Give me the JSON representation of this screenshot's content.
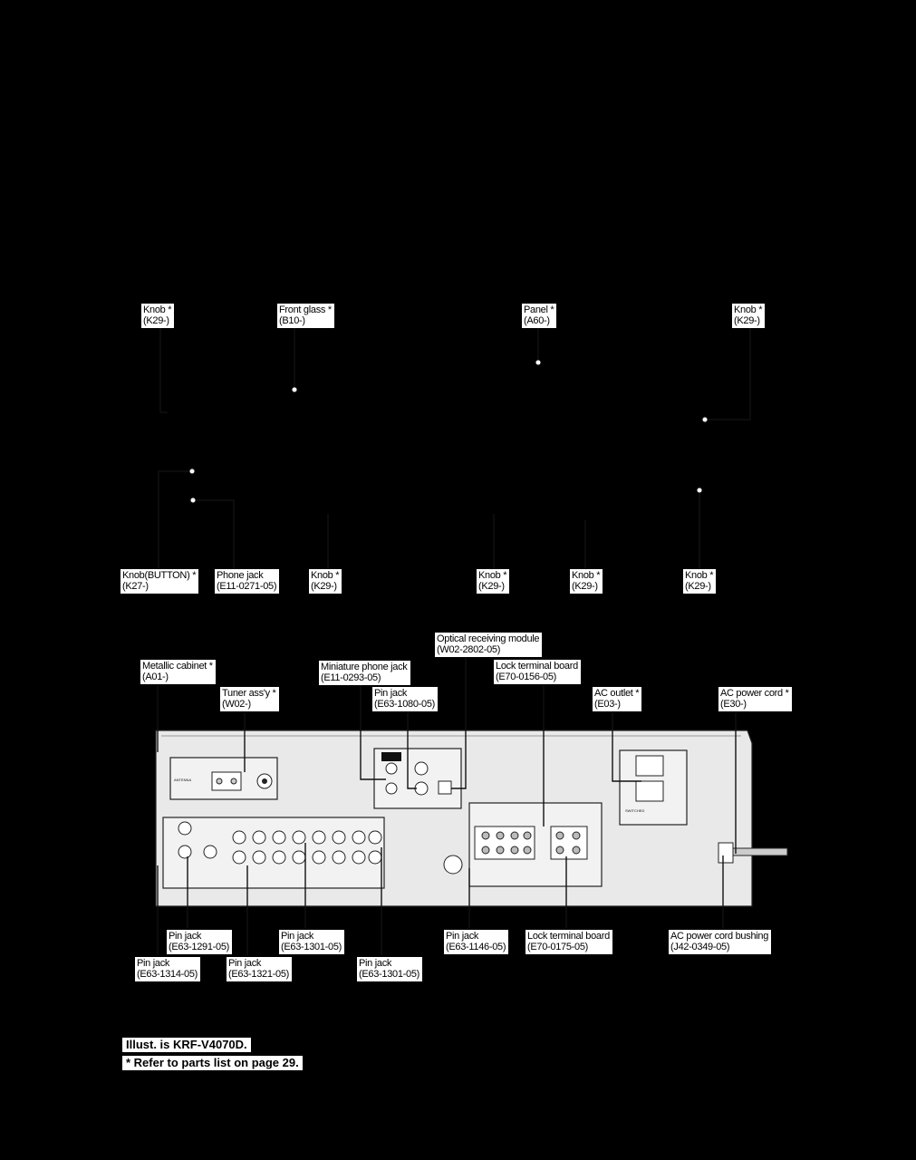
{
  "callouts": {
    "knob_tl": {
      "name": "Knob *",
      "code": "(K29-)"
    },
    "front_glass": {
      "name": "Front glass *",
      "code": "(B10-)"
    },
    "panel": {
      "name": "Panel *",
      "code": "(A60-)"
    },
    "knob_tr": {
      "name": "Knob *",
      "code": "(K29-)"
    },
    "knob_button": {
      "name": "Knob(BUTTON) *",
      "code": "(K27-)"
    },
    "phone_jack": {
      "name": "Phone jack",
      "code": "(E11-0271-05)"
    },
    "knob_m1": {
      "name": "Knob *",
      "code": "(K29-)"
    },
    "knob_m2": {
      "name": "Knob *",
      "code": "(K29-)"
    },
    "knob_m3": {
      "name": "Knob *",
      "code": "(K29-)"
    },
    "knob_m4": {
      "name": "Knob *",
      "code": "(K29-)"
    },
    "optical_module": {
      "name": "Optical receiving module",
      "code": "(W02-2802-05)"
    },
    "metallic_cabinet": {
      "name": "Metallic cabinet *",
      "code": "(A01-)"
    },
    "mini_phone_jack": {
      "name": "Miniature phone jack",
      "code": "(E11-0293-05)"
    },
    "lock_terminal_top": {
      "name": "Lock terminal board",
      "code": "(E70-0156-05)"
    },
    "tuner_assy": {
      "name": "Tuner ass'y *",
      "code": "(W02-)"
    },
    "pin_jack_top": {
      "name": "Pin jack",
      "code": "(E63-1080-05)"
    },
    "ac_outlet": {
      "name": "AC outlet *",
      "code": "(E03-)"
    },
    "ac_cord": {
      "name": "AC power cord *",
      "code": "(E30-)"
    },
    "pin_jack_1291": {
      "name": "Pin jack",
      "code": "(E63-1291-05)"
    },
    "pin_jack_1301a": {
      "name": "Pin jack",
      "code": "(E63-1301-05)"
    },
    "pin_jack_1146": {
      "name": "Pin jack",
      "code": "(E63-1146-05)"
    },
    "lock_terminal_bottom": {
      "name": "Lock terminal board",
      "code": "(E70-0175-05)"
    },
    "ac_bushing": {
      "name": "AC power cord bushing",
      "code": "(J42-0349-05)"
    },
    "pin_jack_1314": {
      "name": "Pin jack",
      "code": "(E63-1314-05)"
    },
    "pin_jack_1321": {
      "name": "Pin jack",
      "code": "(E63-1321-05)"
    },
    "pin_jack_1301b": {
      "name": "Pin jack",
      "code": "(E63-1301-05)"
    }
  },
  "notes": {
    "illust": "Illust. is KRF-V4070D.",
    "refer": "* Refer to parts list on page 29."
  },
  "colors": {
    "background": "#000000",
    "label_bg": "#ffffff"
  }
}
